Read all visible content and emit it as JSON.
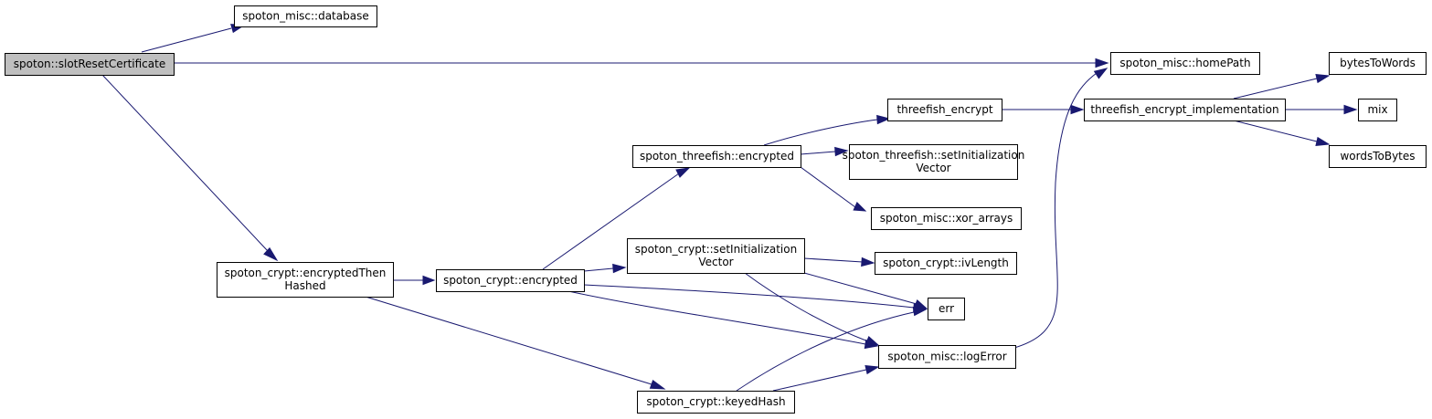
{
  "nodes": [
    {
      "id": "slotResetCertificate",
      "lines": [
        "spoton::slotResetCertificate"
      ],
      "root": true
    },
    {
      "id": "database",
      "lines": [
        "spoton_misc::database"
      ]
    },
    {
      "id": "homePath",
      "lines": [
        "spoton_misc::homePath"
      ]
    },
    {
      "id": "encryptedThenHashed",
      "lines": [
        "spoton_crypt::encryptedThen",
        "Hashed"
      ]
    },
    {
      "id": "cryptEncrypted",
      "lines": [
        "spoton_crypt::encrypted"
      ]
    },
    {
      "id": "threefishEncrypted",
      "lines": [
        "spoton_threefish::encrypted"
      ]
    },
    {
      "id": "cryptSetIV",
      "lines": [
        "spoton_crypt::setInitialization",
        "Vector"
      ]
    },
    {
      "id": "keyedHash",
      "lines": [
        "spoton_crypt::keyedHash"
      ]
    },
    {
      "id": "threefishEncrypt",
      "lines": [
        "threefish_encrypt"
      ]
    },
    {
      "id": "threefishSetIV",
      "lines": [
        "spoton_threefish::setInitialization",
        "Vector"
      ]
    },
    {
      "id": "xorArrays",
      "lines": [
        "spoton_misc::xor_arrays"
      ]
    },
    {
      "id": "ivLength",
      "lines": [
        "spoton_crypt::ivLength"
      ]
    },
    {
      "id": "err",
      "lines": [
        "err"
      ]
    },
    {
      "id": "logError",
      "lines": [
        "spoton_misc::logError"
      ]
    },
    {
      "id": "threefishImpl",
      "lines": [
        "threefish_encrypt_implementation"
      ]
    },
    {
      "id": "bytesToWords",
      "lines": [
        "bytesToWords"
      ]
    },
    {
      "id": "mix",
      "lines": [
        "mix"
      ]
    },
    {
      "id": "wordsToBytes",
      "lines": [
        "wordsToBytes"
      ]
    }
  ],
  "edges": [
    {
      "from": "slotResetCertificate",
      "to": "database"
    },
    {
      "from": "slotResetCertificate",
      "to": "homePath"
    },
    {
      "from": "slotResetCertificate",
      "to": "encryptedThenHashed"
    },
    {
      "from": "encryptedThenHashed",
      "to": "cryptEncrypted"
    },
    {
      "from": "encryptedThenHashed",
      "to": "keyedHash"
    },
    {
      "from": "cryptEncrypted",
      "to": "threefishEncrypted"
    },
    {
      "from": "cryptEncrypted",
      "to": "cryptSetIV"
    },
    {
      "from": "cryptEncrypted",
      "to": "err"
    },
    {
      "from": "cryptEncrypted",
      "to": "logError"
    },
    {
      "from": "threefishEncrypted",
      "to": "threefishEncrypt"
    },
    {
      "from": "threefishEncrypted",
      "to": "threefishSetIV"
    },
    {
      "from": "threefishEncrypted",
      "to": "xorArrays"
    },
    {
      "from": "threefishEncrypt",
      "to": "threefishImpl"
    },
    {
      "from": "threefishImpl",
      "to": "bytesToWords"
    },
    {
      "from": "threefishImpl",
      "to": "mix"
    },
    {
      "from": "threefishImpl",
      "to": "wordsToBytes"
    },
    {
      "from": "cryptSetIV",
      "to": "ivLength"
    },
    {
      "from": "cryptSetIV",
      "to": "err"
    },
    {
      "from": "cryptSetIV",
      "to": "logError"
    },
    {
      "from": "keyedHash",
      "to": "err"
    },
    {
      "from": "keyedHash",
      "to": "logError"
    },
    {
      "from": "logError",
      "to": "homePath"
    }
  ]
}
